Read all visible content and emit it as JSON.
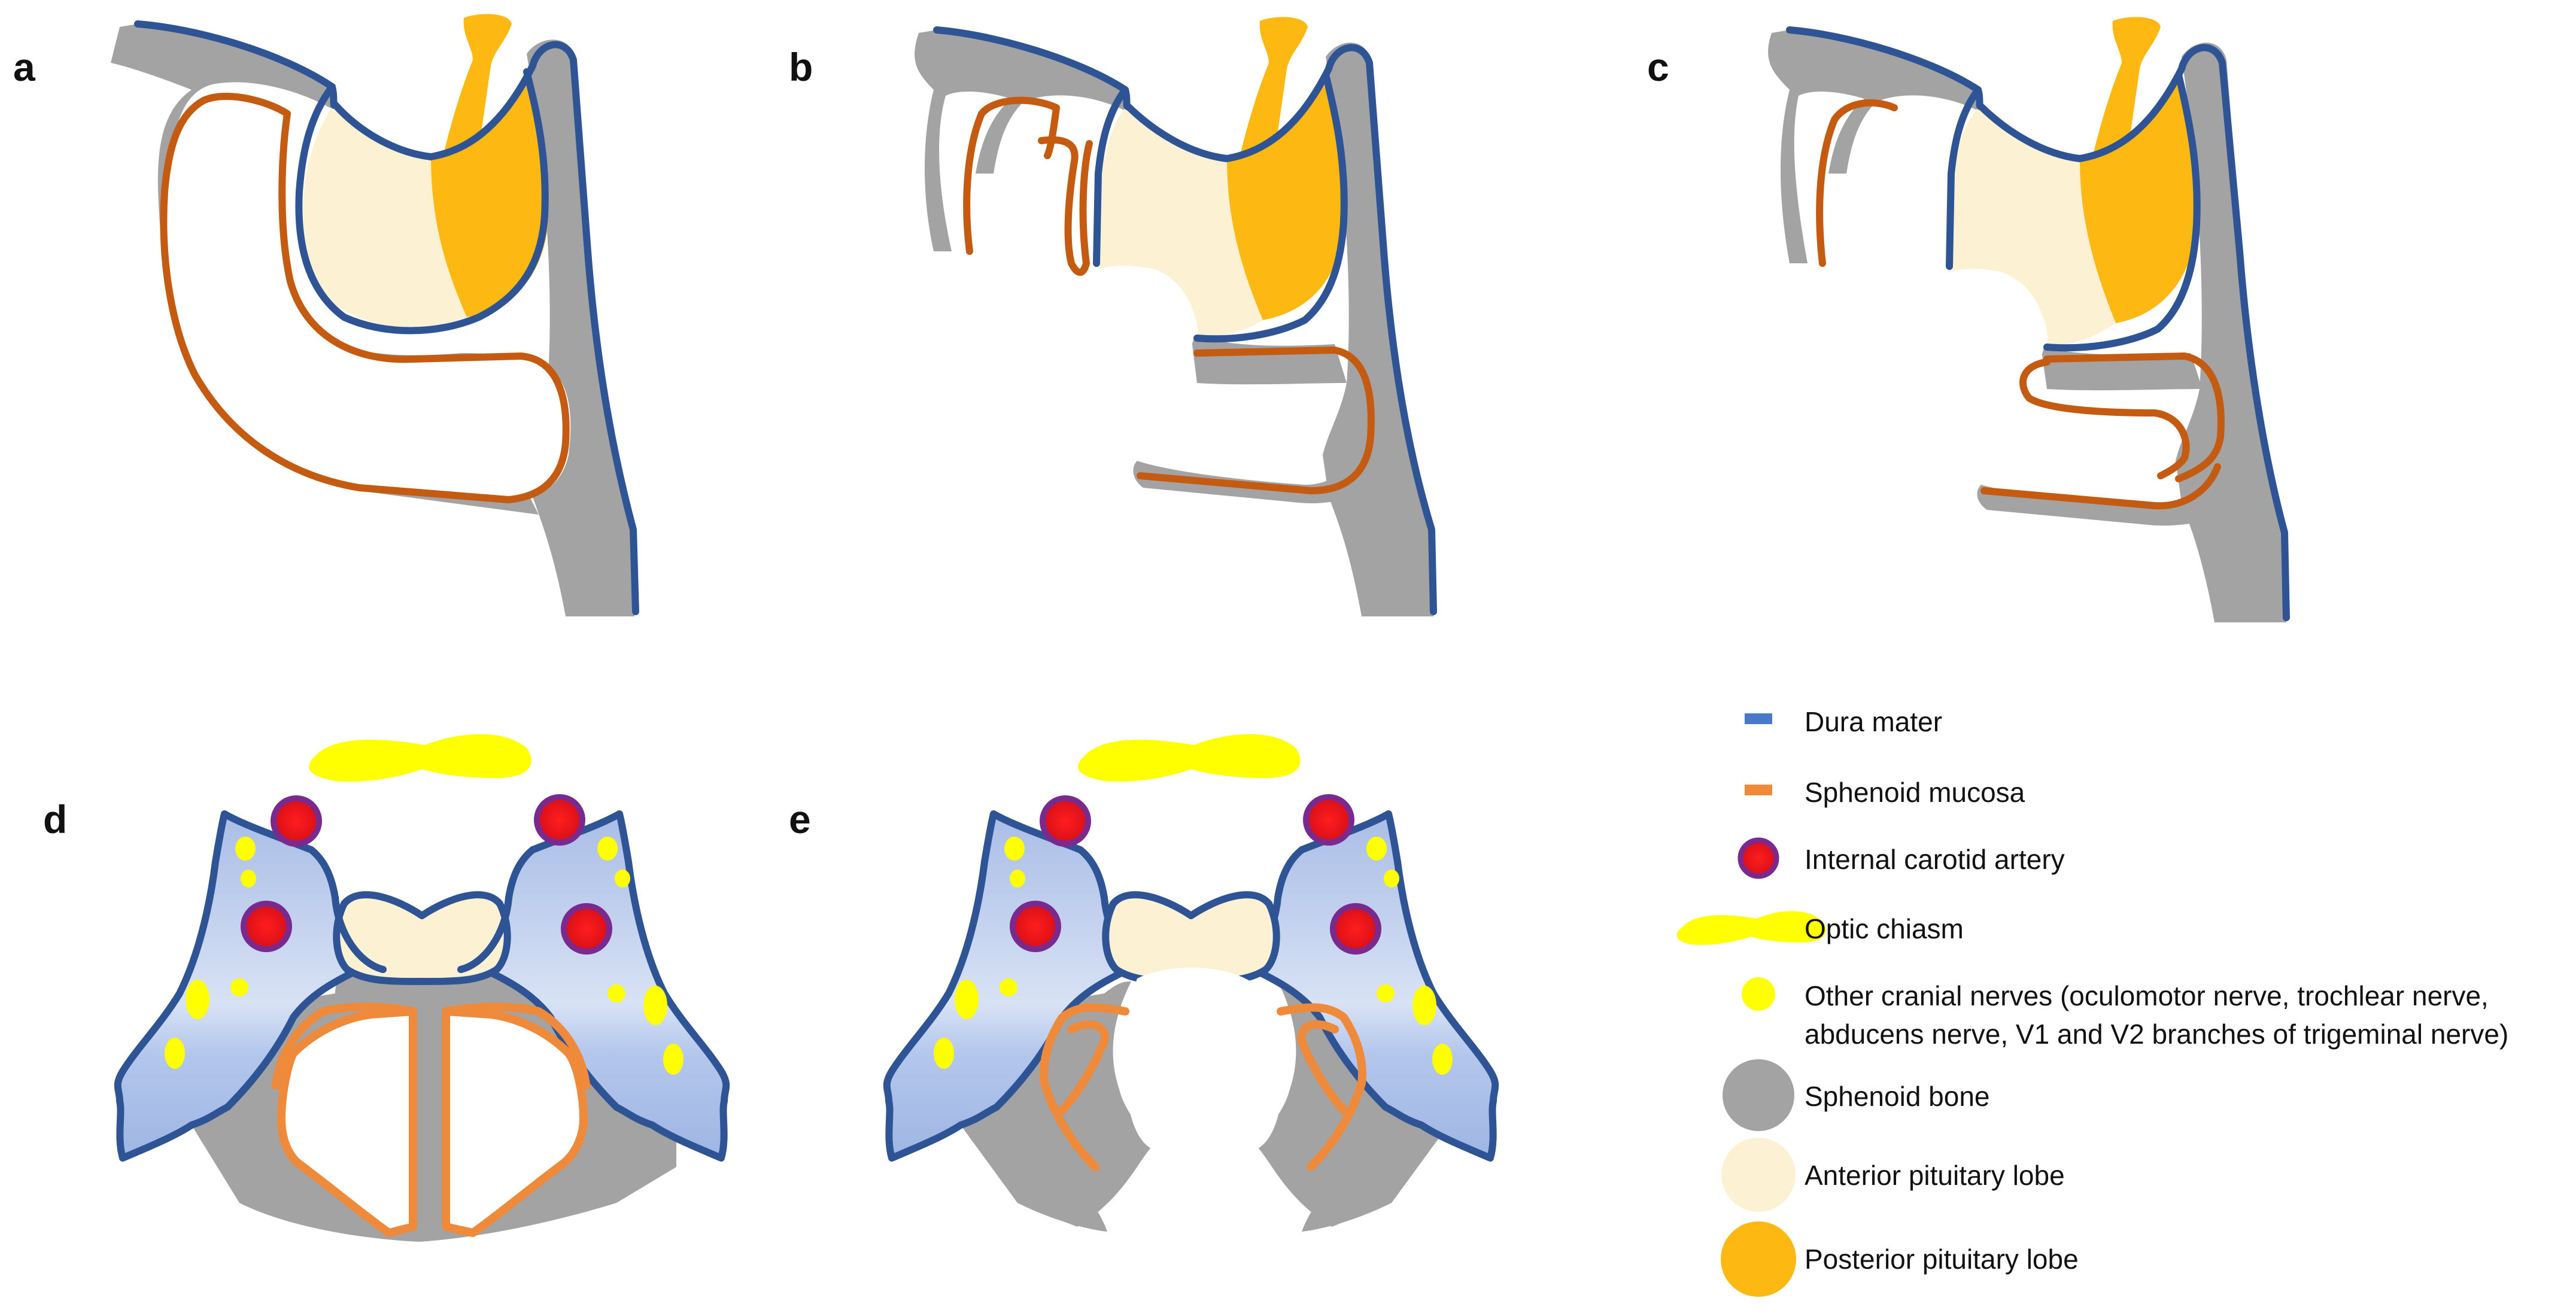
{
  "panels": {
    "a": {
      "label": "a"
    },
    "b": {
      "label": "b"
    },
    "c": {
      "label": "c"
    },
    "d": {
      "label": "d"
    },
    "e": {
      "label": "e"
    }
  },
  "legend": {
    "dura": {
      "label": "Dura mater",
      "color": "#4a78c8"
    },
    "mucosa": {
      "label": "Sphenoid mucosa",
      "color": "#ef8a3a"
    },
    "carotid": {
      "label": "Internal carotid artery",
      "color": "#e6141a"
    },
    "chiasm": {
      "label": "Optic chiasm",
      "color": "#ffff00"
    },
    "nerves": {
      "label_line1": "Other cranial nerves (oculomotor nerve, trochlear nerve,",
      "label_line2": "abducens nerve, V1 and V2 branches of trigeminal nerve)",
      "color": "#ffff00"
    },
    "bone": {
      "label": "Sphenoid bone",
      "color": "#a3a3a3"
    },
    "anterior": {
      "label": "Anterior pituitary lobe",
      "color": "#fdf1d4"
    },
    "posterior": {
      "label": "Posterior pituitary lobe",
      "color": "#fdb912"
    }
  },
  "colors": {
    "dura_stroke": "#2f5496",
    "mucosa_stroke": "#c55a11",
    "bone": "#a3a3a3",
    "sinus_fill_top": "#b8c7ea",
    "sinus_fill_bottom": "#e4ebf8"
  }
}
